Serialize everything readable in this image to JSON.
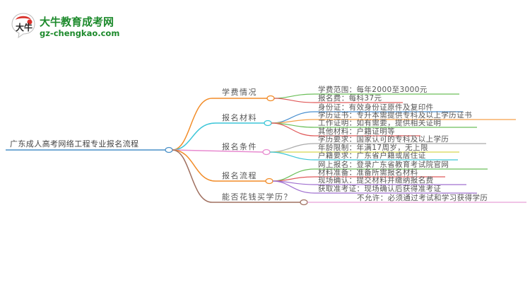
{
  "logo": {
    "title": "大牛教育成考网",
    "url": "gz-chengkao.com",
    "badge_text": "大牛",
    "brand_color": "#1d8a2c"
  },
  "root": {
    "label": "广东成人高考网络工程专业报名流程",
    "color": "#4a90c8"
  },
  "branches": [
    {
      "label": "学费情况",
      "color": "#f28c28",
      "children": [
        {
          "label": "学费范围：每年2000至3000元",
          "color": "#6cbf5a"
        },
        {
          "label": "报名费：每科37元",
          "color": "#e05a5a"
        }
      ]
    },
    {
      "label": "报名材料",
      "color": "#3cc6d8",
      "children": [
        {
          "label": "身份证：有效身份证原件及复印件",
          "color": "#4a90d0"
        },
        {
          "label": "学历证书：专升本需提供专科及以上学历证书",
          "color": "#f5a04a"
        },
        {
          "label": "工作证明：如有需要，提供相关证明",
          "color": "#6cbf5a"
        },
        {
          "label": "其他材料：户籍证明等",
          "color": "#e05a5a"
        }
      ]
    },
    {
      "label": "报名条件",
      "color": "#e88bd0",
      "children": [
        {
          "label": "学历要求：国家认可的专科及以上学历",
          "color": "#aaaaaa"
        },
        {
          "label": "年龄限制：年满17周岁，无上限",
          "color": "#d6d650"
        },
        {
          "label": "户籍要求：广东省户籍或居住证",
          "color": "#3cc6d8"
        }
      ]
    },
    {
      "label": "报名流程",
      "color": "#f28c28",
      "children": [
        {
          "label": "网上报名：登录广东省教育考试院官网",
          "color": "#6cbf5a"
        },
        {
          "label": "材料准备：准备所需报名材料",
          "color": "#e05a5a"
        },
        {
          "label": "现场确认：提交材料并缴纳报名费",
          "color": "#a070d0"
        },
        {
          "label": "获取准考证：现场确认后获得准考证",
          "color": "#a070d0"
        }
      ]
    },
    {
      "label": "能否花钱买学历？",
      "color": "#a07060",
      "children": [
        {
          "label": "不允许：必须通过考试和学习获得学历",
          "color": "#e8a0d8"
        }
      ]
    }
  ]
}
